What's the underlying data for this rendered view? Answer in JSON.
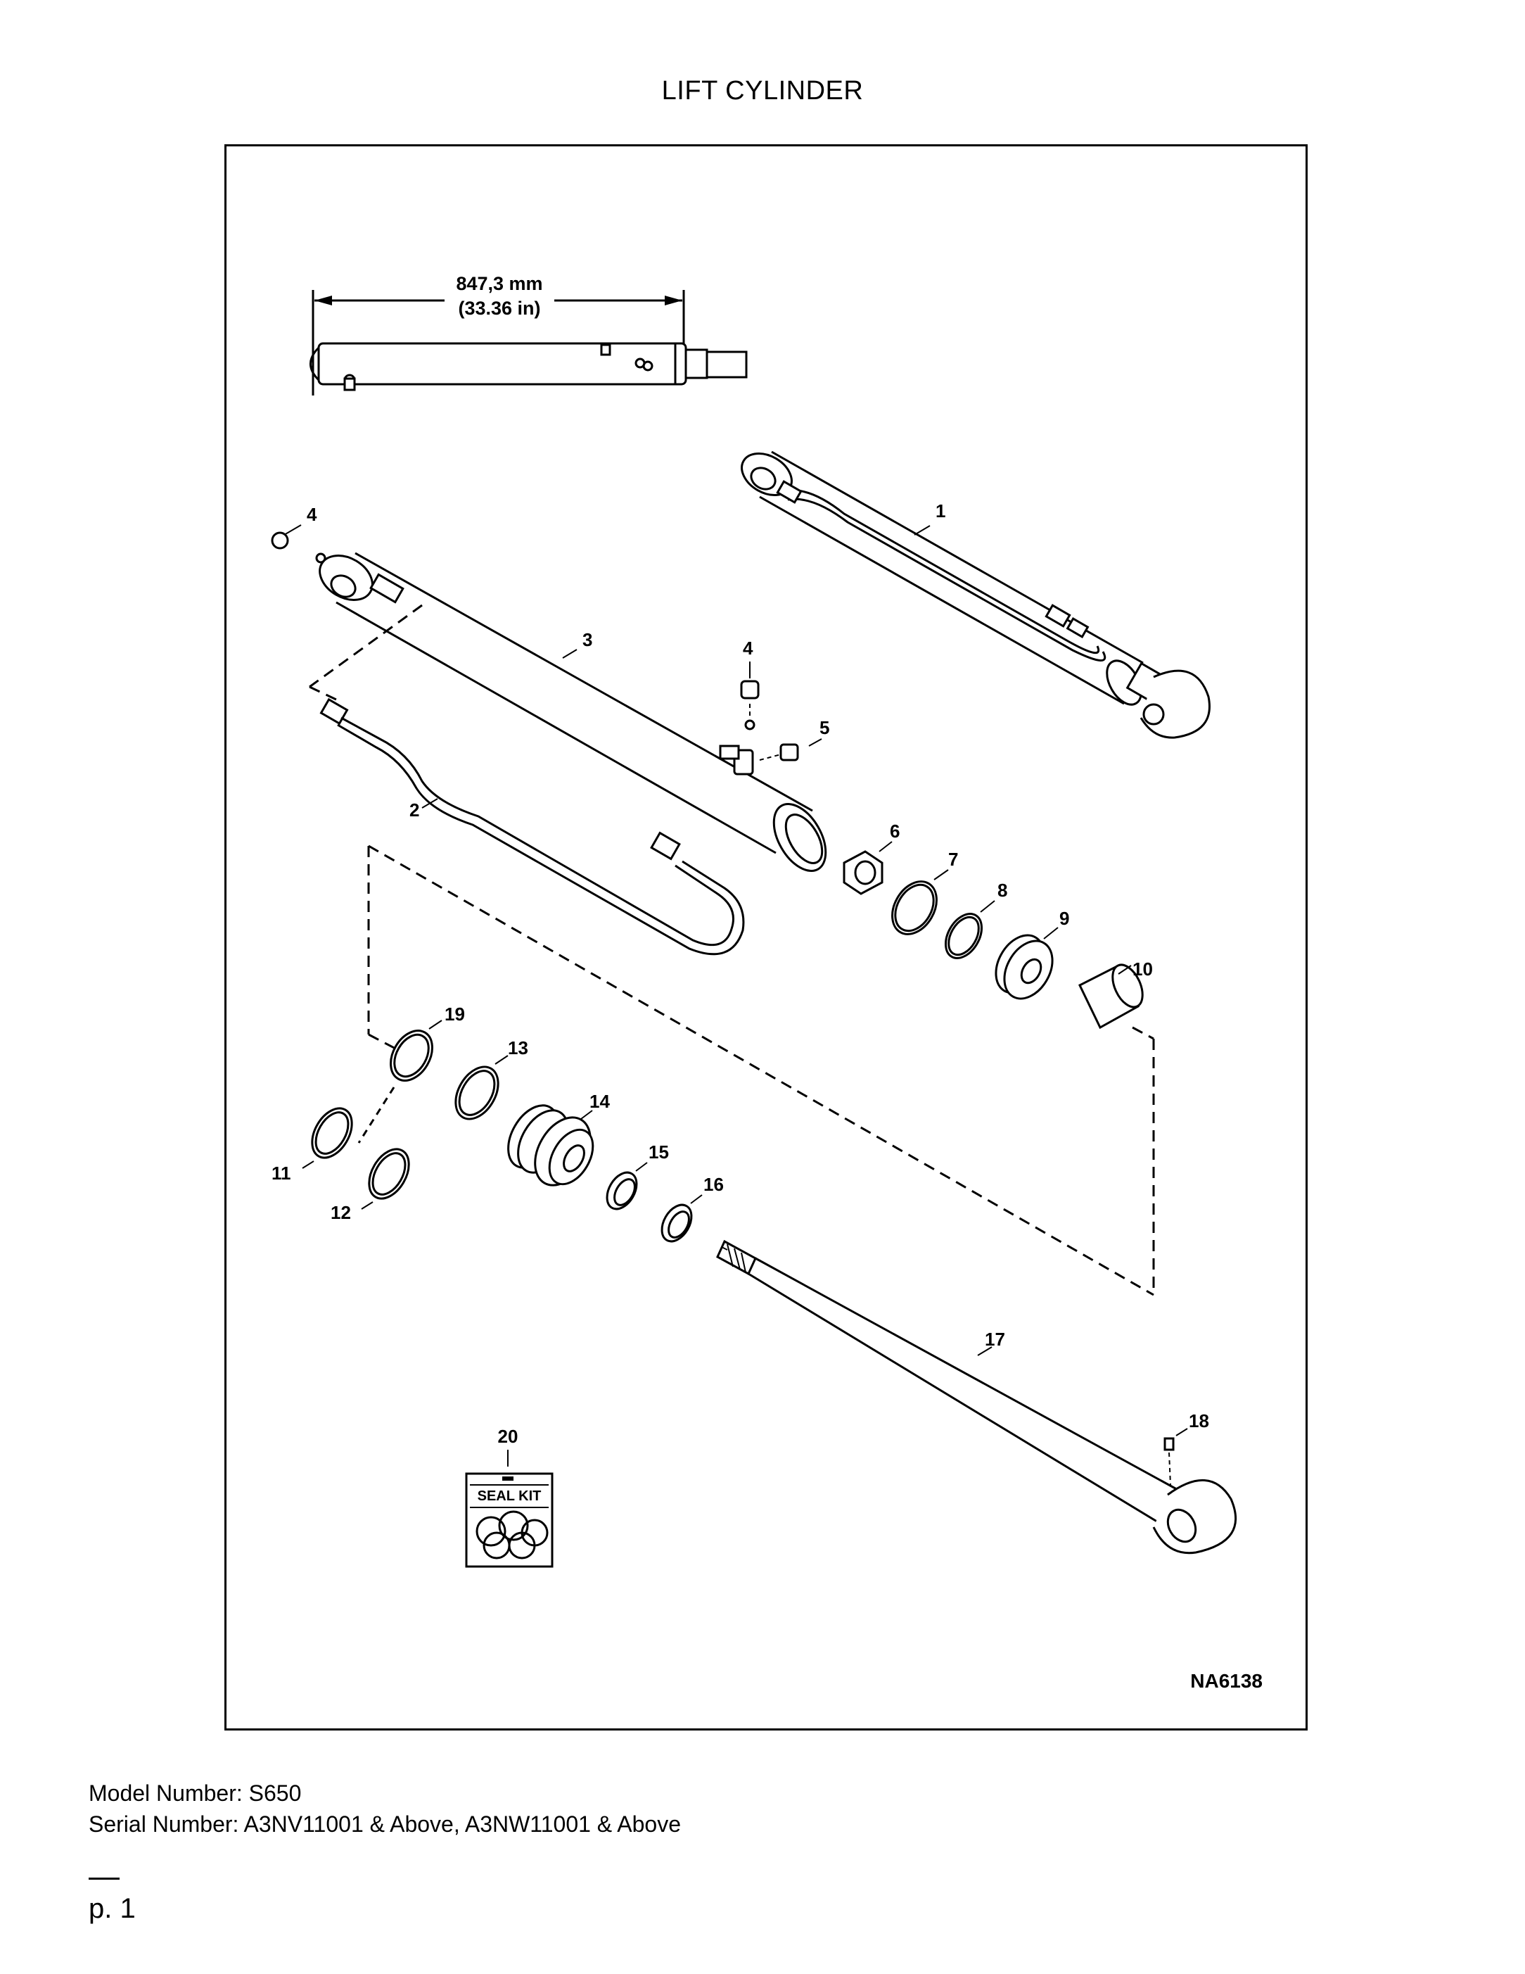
{
  "page": {
    "title": "LIFT CYLINDER",
    "model_line": "Model Number: S650",
    "serial_line": "Serial Number: A3NV11001 & Above, A3NW11001 & Above",
    "page_number": "p. 1"
  },
  "diagram": {
    "dimension_mm": "847,3 mm",
    "dimension_in": "(33.36 in)",
    "reference_code": "NA6138",
    "seal_kit_label": "SEAL KIT",
    "callouts": {
      "c1": "1",
      "c2": "2",
      "c3": "3",
      "c4a": "4",
      "c4b": "4",
      "c5": "5",
      "c6": "6",
      "c7": "7",
      "c8": "8",
      "c9": "9",
      "c10": "10",
      "c11": "11",
      "c12": "12",
      "c13": "13",
      "c14": "14",
      "c15": "15",
      "c16": "16",
      "c17": "17",
      "c18": "18",
      "c19": "19",
      "c20": "20"
    }
  }
}
